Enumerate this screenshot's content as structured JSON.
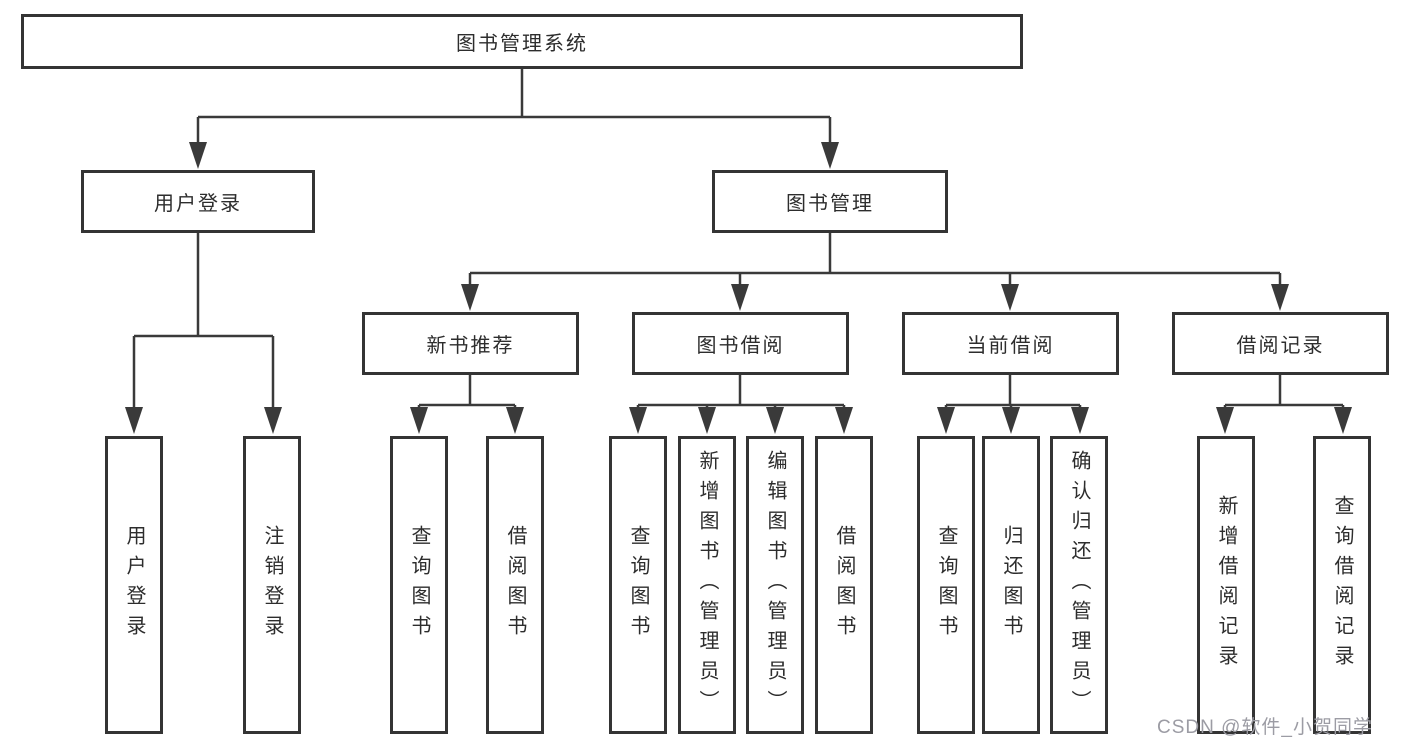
{
  "diagram": {
    "title_node": {
      "label": "图书管理系统"
    },
    "level2": [
      {
        "id": "user-login",
        "label": "用户登录"
      },
      {
        "id": "book-management",
        "label": "图书管理"
      }
    ],
    "level3": [
      {
        "id": "new-book-recommend",
        "label": "新书推荐",
        "parent": "图书管理"
      },
      {
        "id": "book-borrow",
        "label": "图书借阅",
        "parent": "图书管理"
      },
      {
        "id": "current-borrow",
        "label": "当前借阅",
        "parent": "图书管理"
      },
      {
        "id": "borrow-records",
        "label": "借阅记录",
        "parent": "图书管理"
      }
    ],
    "leaves": [
      {
        "label": "用户登录",
        "parent": "用户登录"
      },
      {
        "label": "注销登录",
        "parent": "用户登录"
      },
      {
        "label": "查询图书",
        "parent": "新书推荐"
      },
      {
        "label": "借阅图书",
        "parent": "新书推荐"
      },
      {
        "label": "查询图书",
        "parent": "图书借阅"
      },
      {
        "label": "新增图书（管理员）",
        "parent": "图书借阅"
      },
      {
        "label": "编辑图书（管理员）",
        "parent": "图书借阅"
      },
      {
        "label": "借阅图书",
        "parent": "图书借阅"
      },
      {
        "label": "查询图书",
        "parent": "当前借阅"
      },
      {
        "label": "归还图书",
        "parent": "当前借阅"
      },
      {
        "label": "确认归还（管理员）",
        "parent": "当前借阅"
      },
      {
        "label": "新增借阅记录",
        "parent": "借阅记录"
      },
      {
        "label": "查询借阅记录",
        "parent": "借阅记录"
      }
    ]
  },
  "watermark": {
    "text": "CSDN @软件_小贺同学"
  },
  "colors": {
    "line": "#3a3a3a",
    "box_border": "#343434",
    "text": "#2d2d2d",
    "watermark": "#9c9ca4",
    "background": "#ffffff"
  }
}
